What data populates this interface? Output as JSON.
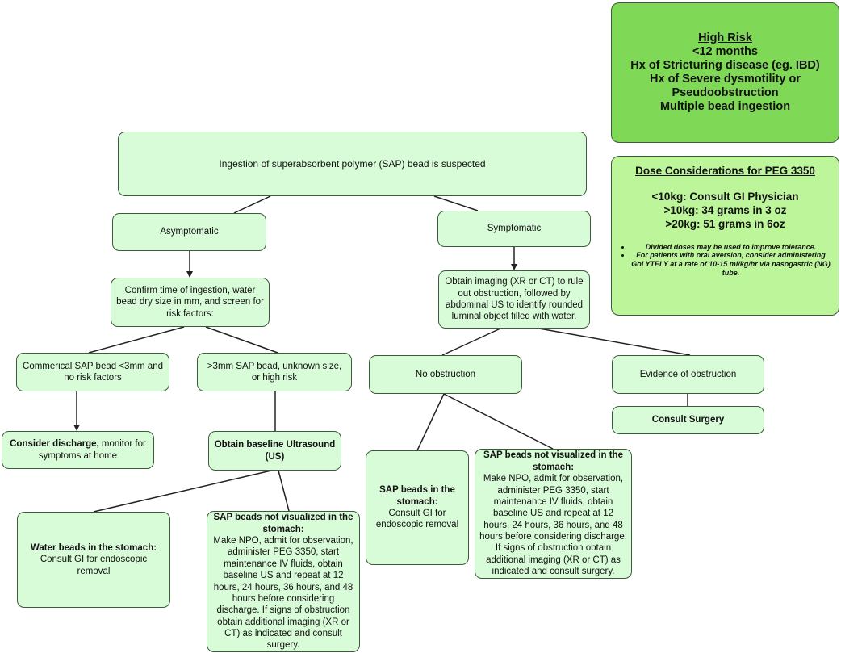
{
  "high_risk": {
    "title": "High Risk",
    "lines": [
      "<12 months",
      "Hx of Stricturing disease (eg. IBD)",
      "Hx of Severe dysmotility or",
      "Pseudoobstruction",
      "Multiple bead ingestion"
    ]
  },
  "dose": {
    "title": "Dose Considerations for PEG 3350",
    "lines": [
      "<10kg: Consult GI Physician",
      ">10kg: 34 grams in 3 oz",
      ">20kg: 51 grams in 6oz"
    ],
    "notes": [
      "Divided doses may be used to improve tolerance.",
      "For patients with oral aversion, consider administering GoLYTELY at a rate of 10-15 ml/kg/hr via nasogastric (NG) tube."
    ]
  },
  "nodes": {
    "root": "Ingestion of superabsorbent polymer (SAP) bead is suspected",
    "asymptomatic": "Asymptomatic",
    "symptomatic": "Symptomatic",
    "confirm": "Confirm time of ingestion,  water bead dry size in mm, and screen for risk factors:",
    "imaging": "Obtain imaging (XR or CT) to rule out obstruction, followed by abdominal US to identify rounded luminal object filled with water.",
    "commercial": "Commerical SAP bead <3mm and no risk factors",
    "over3mm": ">3mm SAP bead, unknown size, or high risk",
    "no_obstruction": "No obstruction",
    "evidence": "Evidence of obstruction",
    "consult_surgery": "Consult Surgery",
    "discharge_bold": "Consider discharge,",
    "discharge_text": " monitor for symptoms at home",
    "baseline_us": "Obtain baseline Ultrasound (US)",
    "water_beads_bold": "Water beads in the stomach:",
    "water_beads_text": "Consult GI for endoscopic removal",
    "left_not_vis_bold": "SAP beads not visualized in the stomach:",
    "left_not_vis_text": "Make NPO, admit for observation, administer PEG 3350, start maintenance IV fluids, obtain baseline US and repeat at 12 hours, 24 hours, 36 hours, and 48 hours before considering discharge. If signs of obstruction obtain additional imaging (XR or CT) as indicated and consult surgery.",
    "sap_in_bold": "SAP beads in the stomach:",
    "sap_in_text": "Consult GI for endoscopic removal",
    "right_not_vis_bold": "SAP beads not visualized in the stomach:",
    "right_not_vis_text": "Make NPO, admit for observation, administer PEG 3350, start  maintenance  IV fluids, obtain baseline US and repeat at 12 hours, 24 hours, 36 hours, and 48 hours before considering discharge. If signs of obstruction obtain additional imaging (XR or CT) as indicated and consult surgery."
  }
}
